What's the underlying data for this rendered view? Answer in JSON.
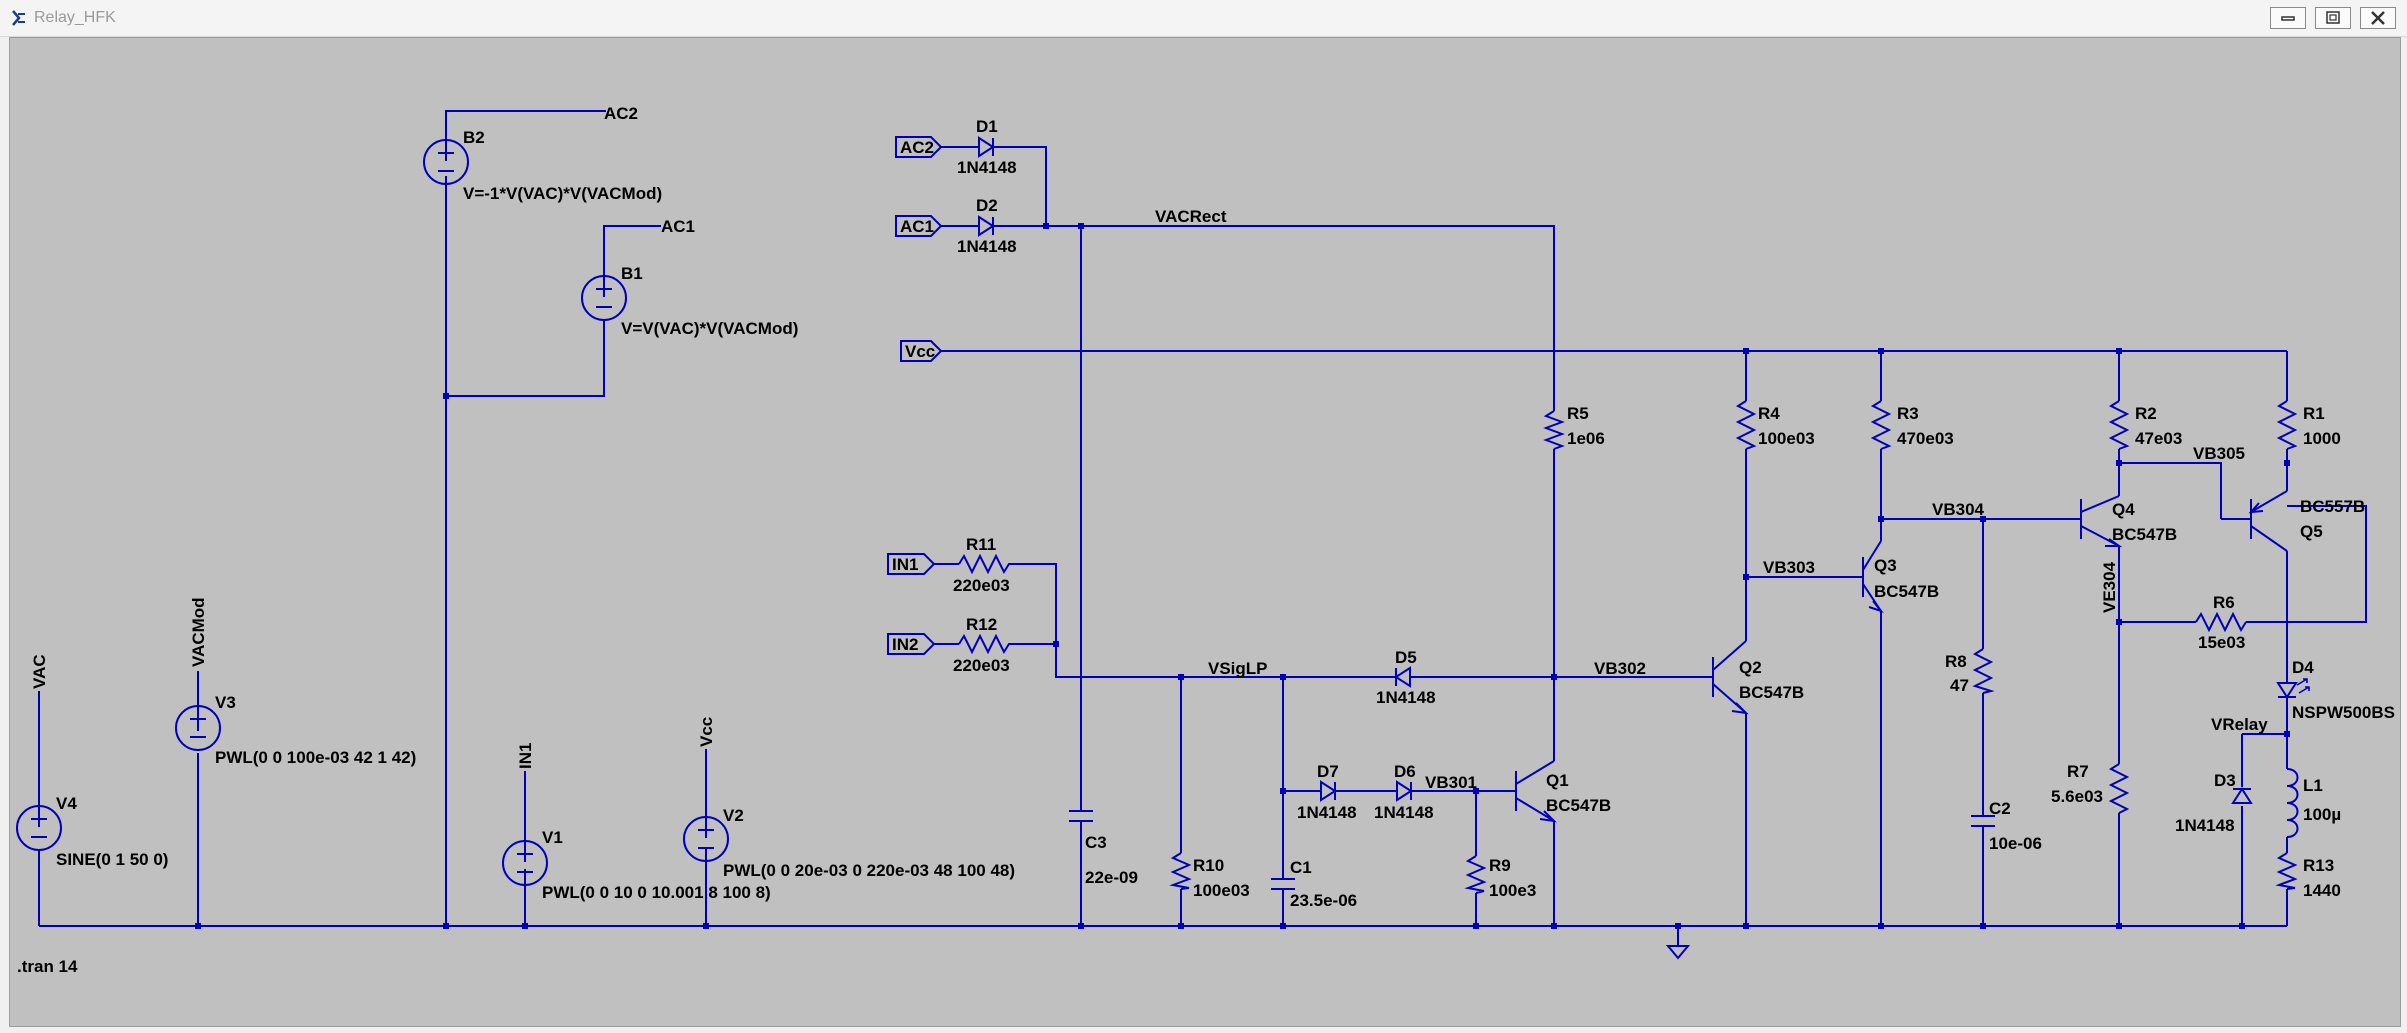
{
  "window": {
    "title": "Relay_HFK"
  },
  "schematic": {
    "directive": ".tran 14",
    "nets": {
      "vac": "VAC",
      "vacmod": "VACMod",
      "in1": "IN1",
      "in1_port": "IN1",
      "in2_port": "IN2",
      "vcc": "Vcc",
      "vcc_port": "Vcc",
      "ac1": "AC1",
      "ac2": "AC2",
      "ac1_port": "AC1",
      "ac2_port": "AC2",
      "vacrect": "VACRect",
      "vsiglp": "VSigLP",
      "vb301": "VB301",
      "vb302": "VB302",
      "vb303": "VB303",
      "vb304": "VB304",
      "vb305": "VB305",
      "ve304": "VE304",
      "vrelay": "VRelay"
    },
    "components": {
      "b2": {
        "name": "B2",
        "value": "V=-1*V(VAC)*V(VACMod)"
      },
      "b1": {
        "name": "B1",
        "value": "V=V(VAC)*V(VACMod)"
      },
      "v4": {
        "name": "V4",
        "value": "SINE(0 1 50 0)"
      },
      "v3": {
        "name": "V3",
        "value": "PWL(0 0 100e-03 42 1 42)"
      },
      "v1": {
        "name": "V1",
        "value": "PWL(0 0 10 0 10.001 8 100 8)"
      },
      "v2": {
        "name": "V2",
        "value": "PWL(0 0 20e-03 0 220e-03 48 100 48)"
      },
      "d1": {
        "name": "D1",
        "value": "1N4148"
      },
      "d2": {
        "name": "D2",
        "value": "1N4148"
      },
      "d3": {
        "name": "D3",
        "value": "1N4148"
      },
      "d4": {
        "name": "D4",
        "value": "NSPW500BS"
      },
      "d5": {
        "name": "D5",
        "value": "1N4148"
      },
      "d6": {
        "name": "D6",
        "value": "1N4148"
      },
      "d7": {
        "name": "D7",
        "value": "1N4148"
      },
      "r1": {
        "name": "R1",
        "value": "1000"
      },
      "r2": {
        "name": "R2",
        "value": "47e03"
      },
      "r3": {
        "name": "R3",
        "value": "470e03"
      },
      "r4": {
        "name": "R4",
        "value": "100e03"
      },
      "r5": {
        "name": "R5",
        "value": "1e06"
      },
      "r6": {
        "name": "R6",
        "value": "15e03"
      },
      "r7": {
        "name": "R7",
        "value": "5.6e03"
      },
      "r8": {
        "name": "R8",
        "value": "47"
      },
      "r9": {
        "name": "R9",
        "value": "100e3"
      },
      "r10": {
        "name": "R10",
        "value": "100e03"
      },
      "r11": {
        "name": "R11",
        "value": "220e03"
      },
      "r12": {
        "name": "R12",
        "value": "220e03"
      },
      "r13": {
        "name": "R13",
        "value": "1440"
      },
      "c1": {
        "name": "C1",
        "value": "23.5e-06"
      },
      "c2": {
        "name": "C2",
        "value": "10e-06"
      },
      "c3": {
        "name": "C3",
        "value": "22e-09"
      },
      "l1": {
        "name": "L1",
        "value": "100µ"
      },
      "q1": {
        "name": "Q1",
        "value": "BC547B"
      },
      "q2": {
        "name": "Q2",
        "value": "BC547B"
      },
      "q3": {
        "name": "Q3",
        "value": "BC547B"
      },
      "q4": {
        "name": "Q4",
        "value": "BC547B"
      },
      "q5": {
        "name": "Q5",
        "value": "BC557B"
      }
    }
  },
  "colors": {
    "wire": "#0000bb",
    "component": "#0000bb",
    "background": "#c0c0c0",
    "text": "#000000"
  },
  "icons": {
    "app": "ltspice-icon",
    "minimize": "minimize-icon",
    "maximize": "maximize-icon",
    "close": "close-icon"
  }
}
